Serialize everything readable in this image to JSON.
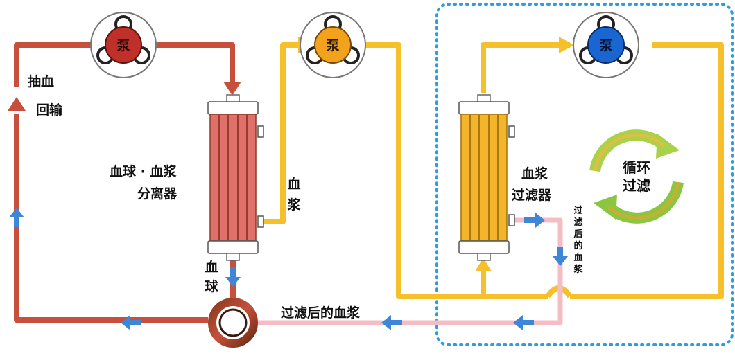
{
  "diagram": {
    "pumps": [
      {
        "id": "red",
        "label": "泵",
        "color": "#c0302a"
      },
      {
        "id": "orange",
        "label": "泵",
        "color": "#f2a21c"
      },
      {
        "id": "blue",
        "label": "泵",
        "color": "#1a66d0"
      }
    ],
    "labels": {
      "draw": "抽血",
      "return": "回输",
      "separator_line1": "血球 · 血浆",
      "separator_line2": "分离器",
      "plasma_v": [
        "血",
        "浆"
      ],
      "cells_v": [
        "血",
        "球"
      ],
      "filter_line1": "血浆",
      "filter_line2": "过滤器",
      "filtered_plasma": "过滤后的血浆",
      "filtered_plasma_v": [
        "过",
        "滤",
        "后",
        "的",
        "血",
        "浆"
      ],
      "cycle_line1": "循环",
      "cycle_line2": "过滤"
    },
    "colors": {
      "blood_line": "#c6503c",
      "plasma_line": "#f5c02b",
      "filtered_line": "#f4bcc4",
      "flow_arrow": "#3e86d8",
      "dotted_border": "#2a9fe0",
      "separator_body": "#e0706a",
      "filter_body": "#f5b52a",
      "cycle_green": "#8ac640",
      "cycle_orange": "#f0a030"
    }
  }
}
